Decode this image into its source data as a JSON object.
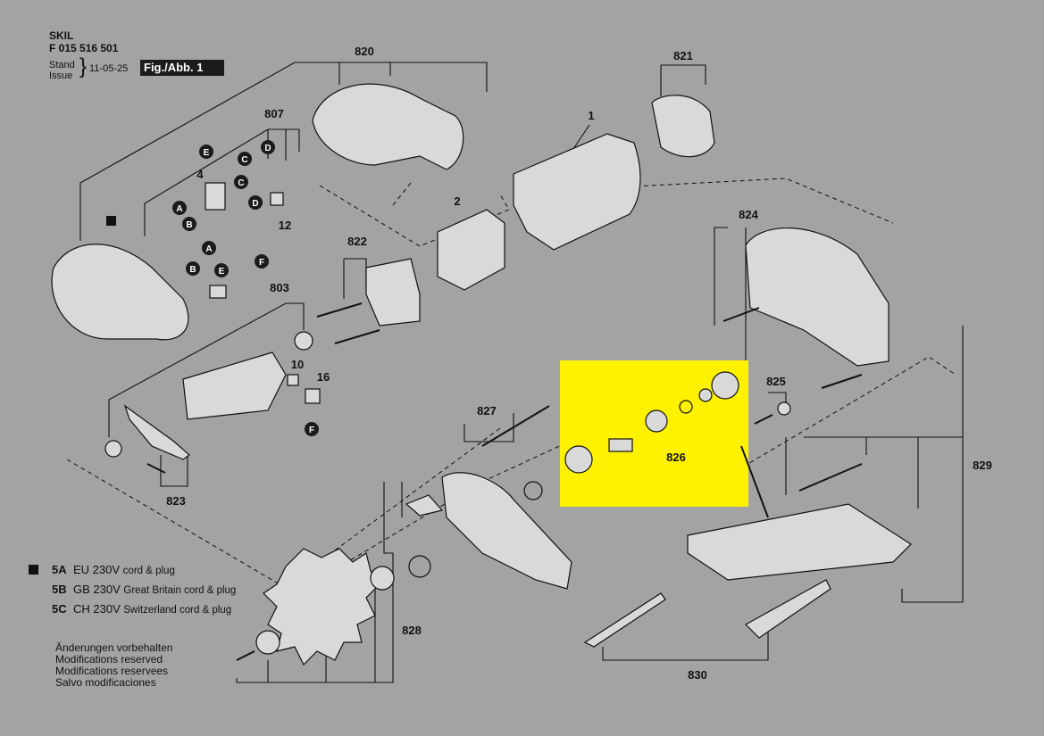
{
  "header": {
    "brand": "SKIL",
    "doc_number": "F 015 516 501",
    "stand_label": "Stand",
    "issue_label": "Issue",
    "brace": "}",
    "date": "11-05-25",
    "figure_label": "Fig./Abb. 1"
  },
  "part_labels": [
    "820",
    "821",
    "807",
    "1",
    "4",
    "12",
    "2",
    "822",
    "824",
    "803",
    "10",
    "16",
    "825",
    "827",
    "826",
    "829",
    "823",
    "828",
    "830"
  ],
  "connector_letters": [
    "A",
    "B",
    "C",
    "D",
    "E",
    "F"
  ],
  "legend": [
    {
      "code": "5A",
      "text": "EU 230V",
      "sub": "cord & plug",
      "marker": true
    },
    {
      "code": "5B",
      "text": "GB 230V",
      "sub": "Great Britain cord & plug",
      "marker": false
    },
    {
      "code": "5C",
      "text": "CH 230V",
      "sub": "Switzerland cord & plug",
      "marker": false
    }
  ],
  "notes": [
    "Änderungen vorbehalten",
    "Modifications reserved",
    "Modifications reservees",
    "Salvo modificaciones"
  ],
  "colors": {
    "background": "#a3a3a3",
    "highlight": "#fff200",
    "ink": "#111111",
    "part_fill": "#d9d9d9"
  }
}
